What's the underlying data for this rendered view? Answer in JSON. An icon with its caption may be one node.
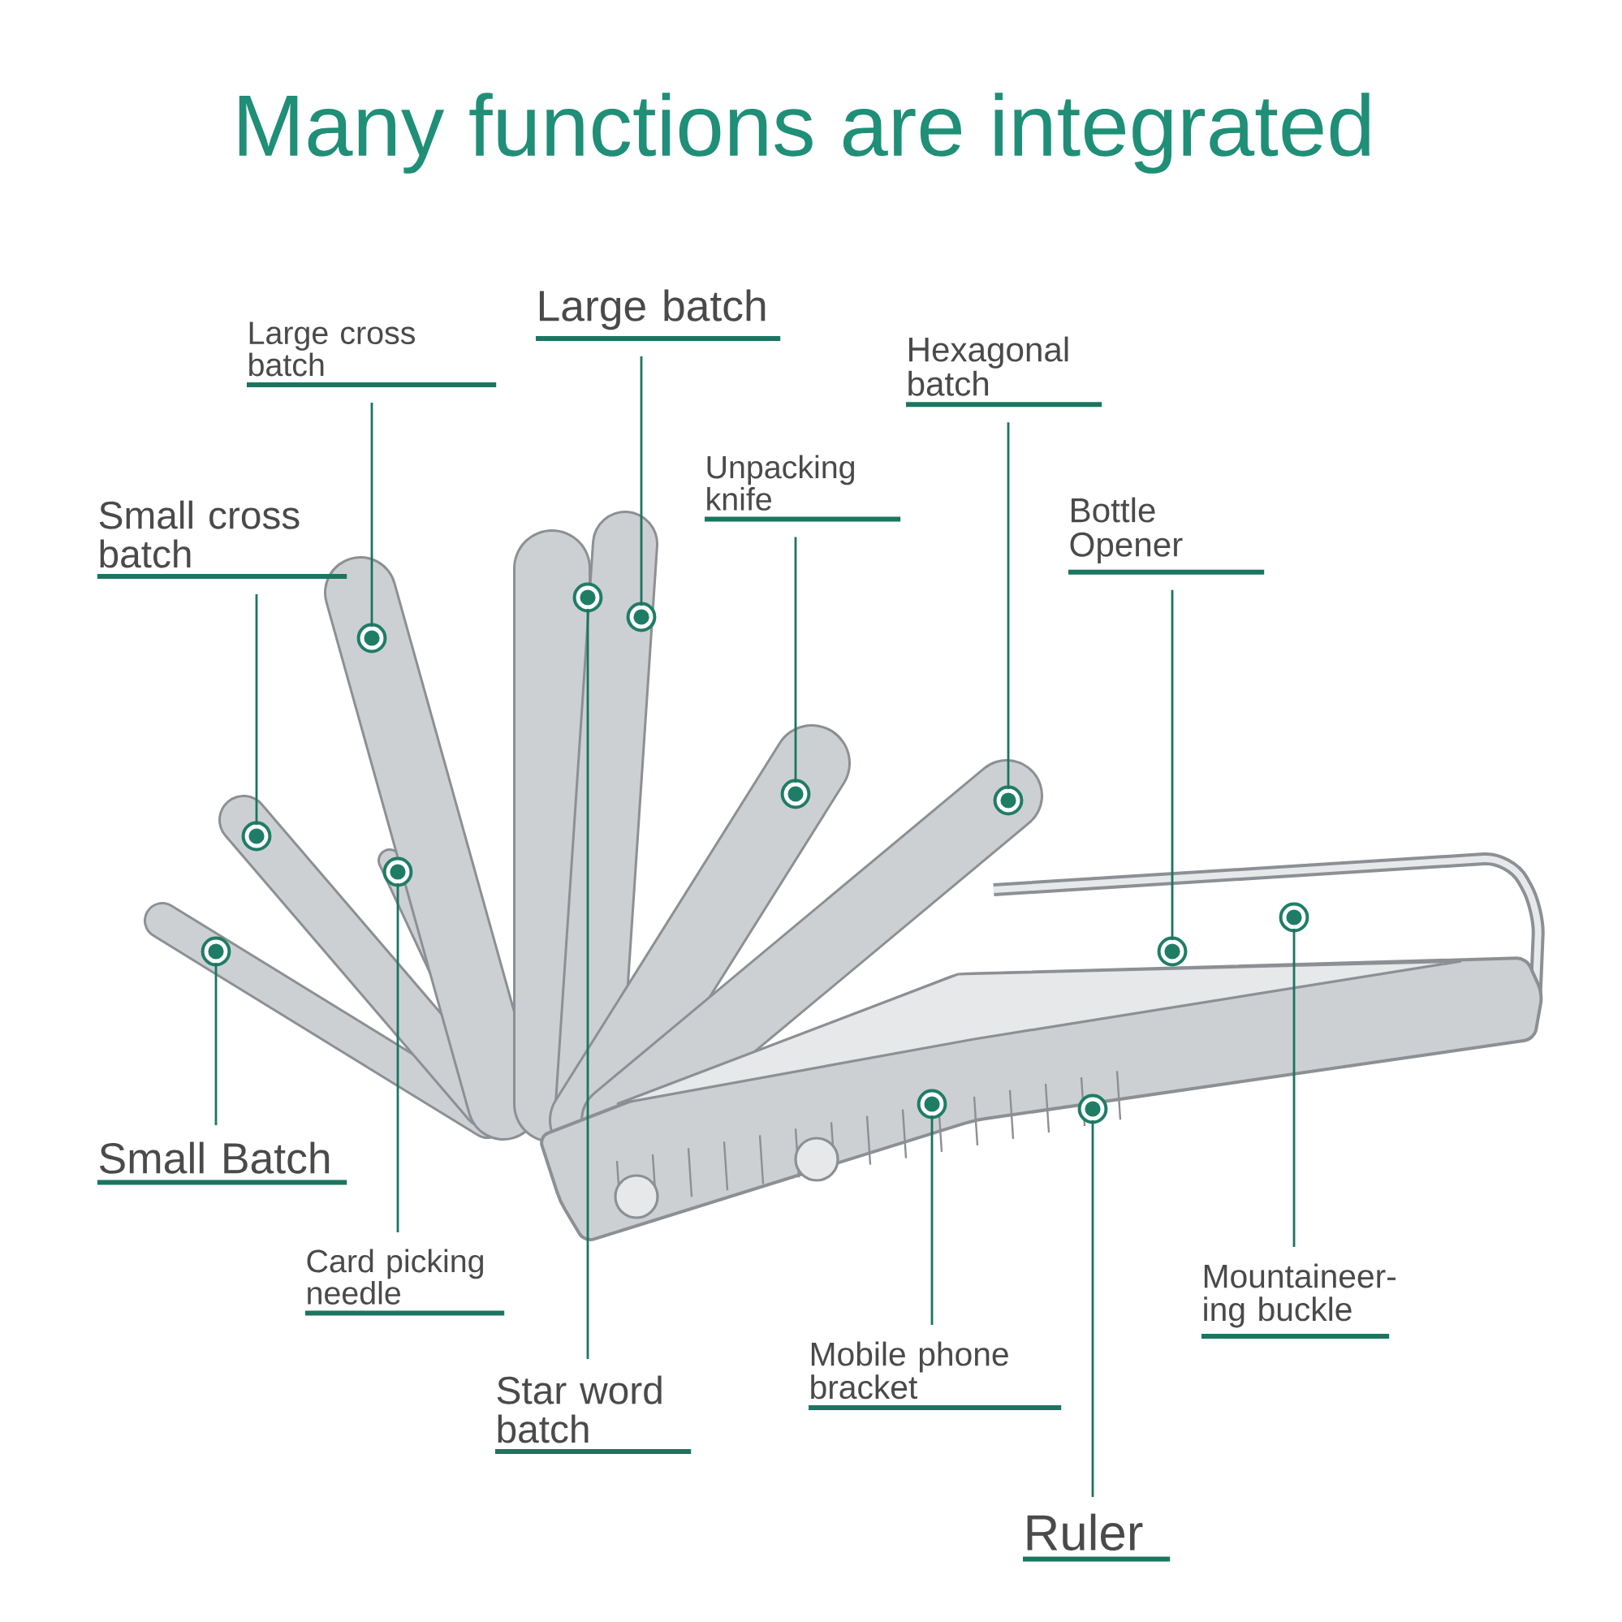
{
  "diagram": {
    "title": "Many functions are integrated",
    "nodes": [
      {
        "text": [
          "Large cross batch"
        ]
      },
      {
        "text": [
          "Large batch"
        ]
      },
      {
        "text": [
          "Hexagonal batch"
        ]
      },
      {
        "text": [
          "Unpacking knife"
        ]
      },
      {
        "text": [
          "Small cross batch"
        ]
      },
      {
        "text": [
          "Bottle Opener"
        ]
      },
      {
        "text": [
          "Small Batch"
        ]
      },
      {
        "text": [
          "Card picking needle"
        ]
      },
      {
        "text": [
          "Star word batch"
        ]
      },
      {
        "text": [
          "Mobile phone bracket"
        ]
      },
      {
        "text": [
          "Ruler"
        ]
      },
      {
        "text": [
          "Mountaineer-ing buckle"
        ]
      },
      {
        "text": [],
        "shape": "circle"
      },
      {
        "text": [],
        "shape": "circle"
      },
      {
        "text": [],
        "shape": "circle"
      },
      {
        "text": [],
        "shape": "circle"
      },
      {
        "text": [],
        "shape": "circle"
      },
      {
        "text": [],
        "shape": "circle"
      },
      {
        "text": [],
        "shape": "circle"
      },
      {
        "text": [],
        "shape": "circle"
      },
      {
        "text": [],
        "shape": "circle"
      },
      {
        "text": [],
        "shape": "circle"
      },
      {
        "text": [],
        "shape": "circle"
      },
      {
        "text": [],
        "shape": "circle"
      }
    ],
    "edges": [
      {
        "from": 0,
        "to": 12,
        "arrow": "none"
      },
      {
        "from": 1,
        "to": 13,
        "arrow": "none"
      },
      {
        "from": 2,
        "to": 14,
        "arrow": "none"
      },
      {
        "from": 3,
        "to": 15,
        "arrow": "none"
      },
      {
        "from": 4,
        "to": 16,
        "arrow": "none"
      },
      {
        "from": 5,
        "to": 17,
        "arrow": "none"
      },
      {
        "from": 6,
        "to": 18,
        "arrow": "none"
      },
      {
        "from": 7,
        "to": 19,
        "arrow": "none"
      },
      {
        "from": 8,
        "to": 20,
        "arrow": "none"
      },
      {
        "from": 9,
        "to": 21,
        "arrow": "none"
      },
      {
        "from": 10,
        "to": 22,
        "arrow": "none"
      },
      {
        "from": 11,
        "to": 23,
        "arrow": "none"
      }
    ]
  }
}
